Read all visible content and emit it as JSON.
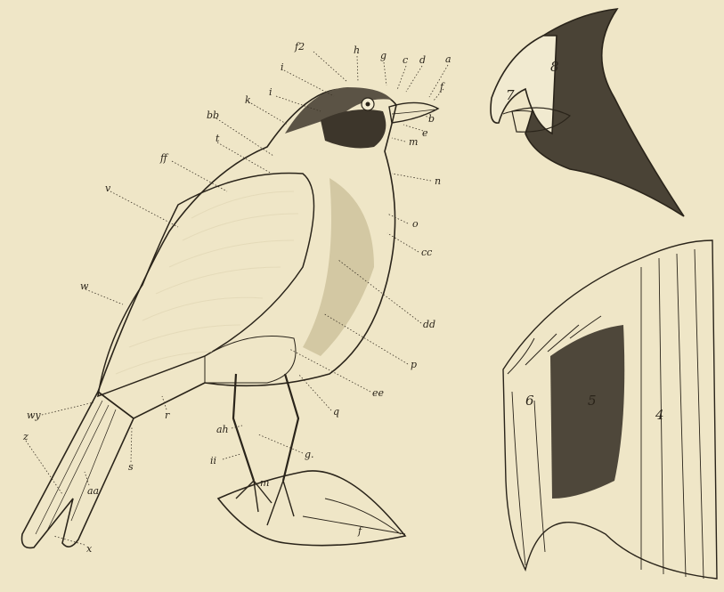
{
  "figure": {
    "labels": [
      {
        "id": "f2",
        "text": "f2"
      },
      {
        "id": "h",
        "text": "h"
      },
      {
        "id": "g",
        "text": "g"
      },
      {
        "id": "c",
        "text": "c"
      },
      {
        "id": "d",
        "text": "d"
      },
      {
        "id": "a",
        "text": "a"
      },
      {
        "id": "f",
        "text": "f"
      },
      {
        "id": "b",
        "text": "b"
      },
      {
        "id": "e",
        "text": "e"
      },
      {
        "id": "i1",
        "text": "i"
      },
      {
        "id": "i2",
        "text": "i"
      },
      {
        "id": "k",
        "text": "k"
      },
      {
        "id": "bb",
        "text": "bb"
      },
      {
        "id": "t",
        "text": "t"
      },
      {
        "id": "ff",
        "text": "ff"
      },
      {
        "id": "m",
        "text": "m"
      },
      {
        "id": "n",
        "text": "n"
      },
      {
        "id": "o",
        "text": "o"
      },
      {
        "id": "v",
        "text": "v"
      },
      {
        "id": "cc",
        "text": "cc"
      },
      {
        "id": "w",
        "text": "w"
      },
      {
        "id": "dd",
        "text": "dd"
      },
      {
        "id": "p",
        "text": "p"
      },
      {
        "id": "ee",
        "text": "ee"
      },
      {
        "id": "q",
        "text": "q"
      },
      {
        "id": "wy",
        "text": "wy"
      },
      {
        "id": "r",
        "text": "r"
      },
      {
        "id": "ah",
        "text": "ah"
      },
      {
        "id": "g2",
        "text": "g."
      },
      {
        "id": "s",
        "text": "s"
      },
      {
        "id": "ii",
        "text": "ii"
      },
      {
        "id": "z",
        "text": "z"
      },
      {
        "id": "aa",
        "text": "aa"
      },
      {
        "id": "m2",
        "text": "m"
      },
      {
        "id": "x",
        "text": "x"
      },
      {
        "id": "f3",
        "text": "f"
      }
    ],
    "head_numbers": {
      "n7": "7",
      "n8": "8"
    },
    "wing_numbers": {
      "n6": "6",
      "n5": "5",
      "n4": "4"
    }
  }
}
